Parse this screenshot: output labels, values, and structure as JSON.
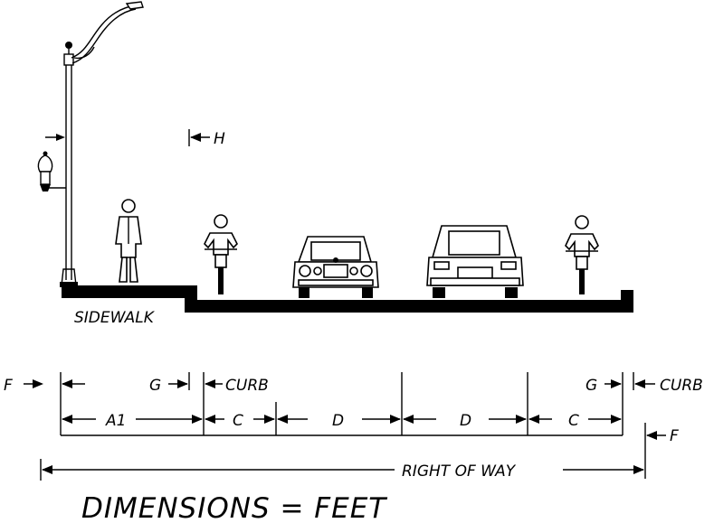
{
  "labels": {
    "sidewalk": "SIDEWALK",
    "h": "H",
    "f_left": "F",
    "g_left": "G",
    "curb_left": "CURB",
    "a1": "A1",
    "c_left": "C",
    "d_left": "D",
    "d_right": "D",
    "c_right": "C",
    "g_right": "G",
    "curb_right": "CURB",
    "f_right": "F",
    "right_of_way": "RIGHT OF WAY",
    "dimensions_note": "DIMENSIONS = FEET"
  }
}
